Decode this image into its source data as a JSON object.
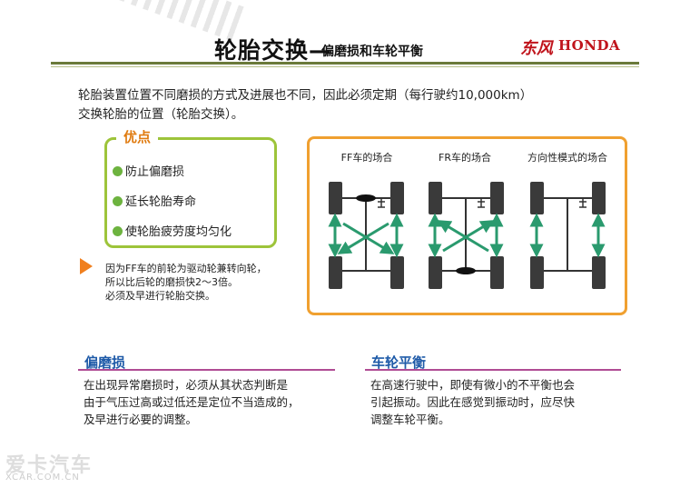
{
  "header": {
    "title_main": "轮胎交换",
    "title_dash": "—",
    "title_sub": "偏磨损和车轮平衡",
    "brand_dongfeng": "东风",
    "brand_honda": "HONDA"
  },
  "intro": {
    "line1": "轮胎装置位置不同磨损的方式及进展也不同，因此必须定期（每行驶约10,000km）",
    "line2": "交换轮胎的位置（轮胎交换）。"
  },
  "advantages": {
    "title": "优点",
    "items": [
      "防止偏磨损",
      "延长轮胎寿命",
      "使轮胎疲劳度均匀化"
    ]
  },
  "note": {
    "lines": [
      "因为FF车的前轮为驱动轮兼转向轮，",
      "所以比后轮的磨损快2～3倍。",
      "必须及早进行轮胎交换。"
    ]
  },
  "diagrams": {
    "labels": [
      "FF车的场合",
      "FR车的场合",
      "方向性模式的场合"
    ]
  },
  "sections": {
    "uneven": {
      "title": "偏磨损",
      "lines": [
        "在出现异常磨损时，必须从其状态判断是",
        "由于气压过高或过低还是定位不当造成的，",
        "及早进行必要的调整。"
      ]
    },
    "balance": {
      "title": "车轮平衡",
      "lines": [
        "在高速行驶中，即使有微小的不平衡也会",
        "引起振动。因此在感觉到振动时，应尽快",
        "调整车轮平衡。"
      ]
    }
  },
  "watermark": {
    "main": "爱卡汽车",
    "sub": "XCAR.COM.CN"
  },
  "colors": {
    "accent_green": "#9dc43a",
    "accent_orange": "#f0a030",
    "arrow_green": "#2a9a6e",
    "title_blue": "#1e5aa8",
    "rule_purple": "#b04c94",
    "brand_red": "#c0141c"
  }
}
